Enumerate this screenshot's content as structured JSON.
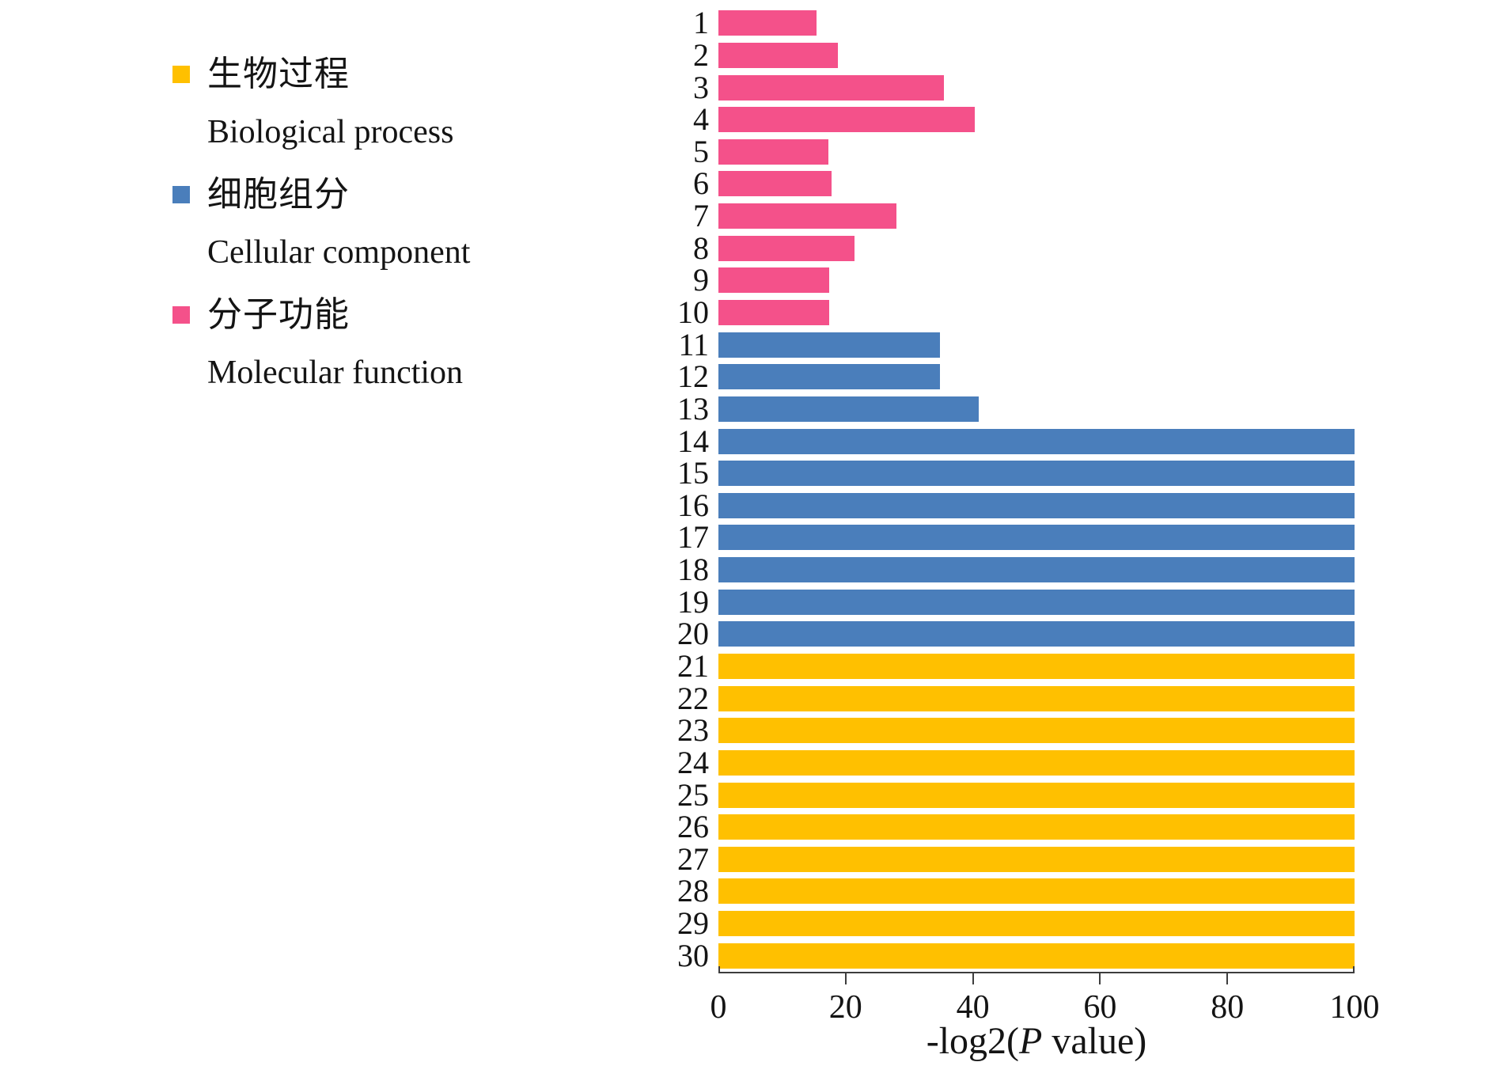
{
  "chart_data": {
    "type": "bar",
    "orientation": "horizontal",
    "title": "",
    "xlabel": "-log2(P value)",
    "ylabel": "",
    "xlim": [
      0,
      100
    ],
    "xticks": [
      0,
      20,
      40,
      60,
      80,
      100
    ],
    "xtick_labels": [
      "0",
      "20",
      "40",
      "60",
      "80",
      "100"
    ],
    "grid": false,
    "categories": [
      "1",
      "2",
      "3",
      "4",
      "5",
      "6",
      "7",
      "8",
      "9",
      "10",
      "11",
      "12",
      "13",
      "14",
      "15",
      "16",
      "17",
      "18",
      "19",
      "20",
      "21",
      "22",
      "23",
      "24",
      "25",
      "26",
      "27",
      "28",
      "29",
      "30"
    ],
    "values": [
      15.4,
      18.8,
      35.4,
      40.3,
      17.3,
      17.8,
      28.0,
      21.4,
      17.4,
      17.4,
      34.8,
      34.8,
      40.9,
      100,
      100,
      100,
      100,
      100,
      100,
      100,
      100,
      100,
      100,
      100,
      100,
      100,
      100,
      100,
      100,
      100
    ],
    "series": [
      {
        "name": "Molecular function",
        "name_cn": "分子功能",
        "color": "#F4518A",
        "categories": [
          "1",
          "2",
          "3",
          "4",
          "5",
          "6",
          "7",
          "8",
          "9",
          "10"
        ],
        "values": [
          15.4,
          18.8,
          35.4,
          40.3,
          17.3,
          17.8,
          28.0,
          21.4,
          17.4,
          17.4
        ]
      },
      {
        "name": "Cellular component",
        "name_cn": "细胞组分",
        "color": "#4A7EBB",
        "categories": [
          "11",
          "12",
          "13",
          "14",
          "15",
          "16",
          "17",
          "18",
          "19",
          "20"
        ],
        "values": [
          34.8,
          34.8,
          40.9,
          100,
          100,
          100,
          100,
          100,
          100,
          100
        ]
      },
      {
        "name": "Biological process",
        "name_cn": "生物过程",
        "color": "#FFC000",
        "categories": [
          "21",
          "22",
          "23",
          "24",
          "25",
          "26",
          "27",
          "28",
          "29",
          "30"
        ],
        "values": [
          100,
          100,
          100,
          100,
          100,
          100,
          100,
          100,
          100,
          100
        ]
      }
    ],
    "bar_colors": [
      "#F4518A",
      "#F4518A",
      "#F4518A",
      "#F4518A",
      "#F4518A",
      "#F4518A",
      "#F4518A",
      "#F4518A",
      "#F4518A",
      "#F4518A",
      "#4A7EBB",
      "#4A7EBB",
      "#4A7EBB",
      "#4A7EBB",
      "#4A7EBB",
      "#4A7EBB",
      "#4A7EBB",
      "#4A7EBB",
      "#4A7EBB",
      "#4A7EBB",
      "#FFC000",
      "#FFC000",
      "#FFC000",
      "#FFC000",
      "#FFC000",
      "#FFC000",
      "#FFC000",
      "#FFC000",
      "#FFC000",
      "#FFC000"
    ],
    "legend_position": "left",
    "legend": [
      {
        "swatch_color": "#FFC000",
        "label_cn": "生物过程",
        "label_en": "Biological process"
      },
      {
        "swatch_color": "#4A7EBB",
        "label_cn": "细胞组分",
        "label_en": "Cellular component"
      },
      {
        "swatch_color": "#F4518A",
        "label_cn": "分子功能",
        "label_en": "Molecular function"
      }
    ],
    "xlabel_parts": {
      "prefix": "-log2(",
      "italic": "P",
      "suffix": " value)"
    }
  },
  "colors": {
    "biological_process": "#FFC000",
    "cellular_component": "#4A7EBB",
    "molecular_function": "#F4518A",
    "axis": "#3d3d3d",
    "text": "#141414",
    "background": "#ffffff"
  }
}
